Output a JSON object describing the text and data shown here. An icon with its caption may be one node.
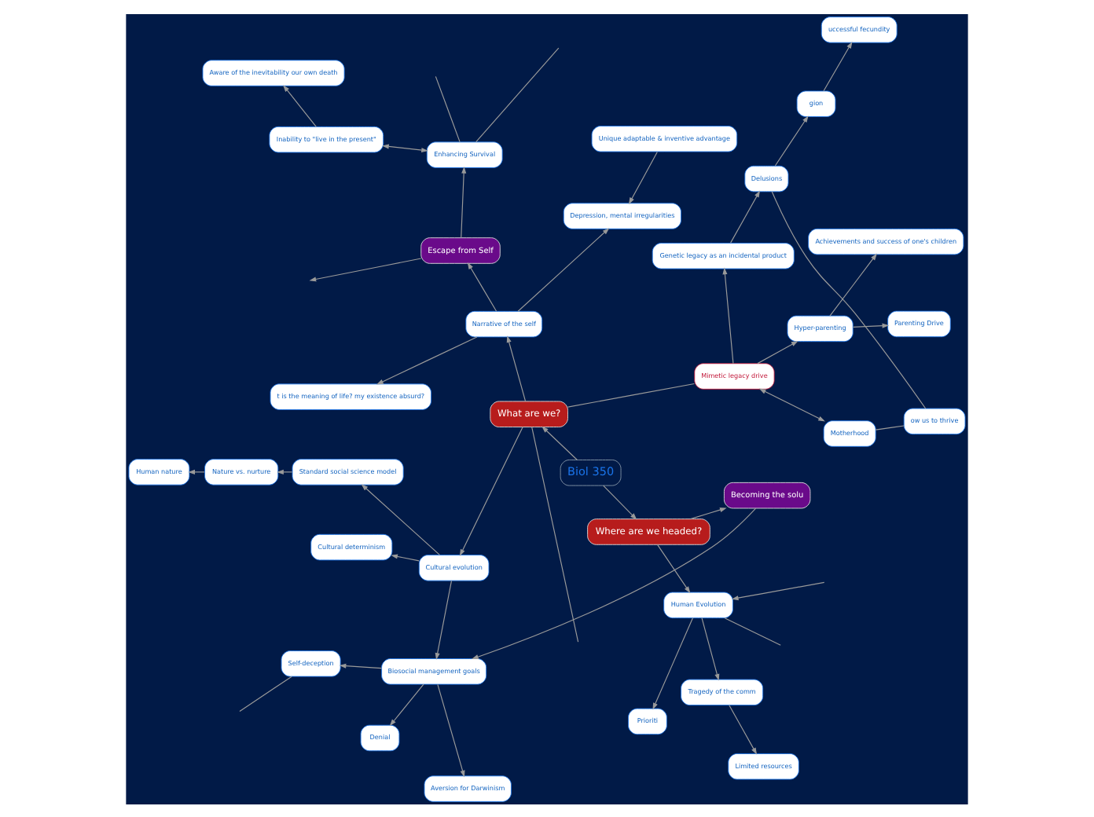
{
  "diagram": {
    "nodes": [
      {
        "text": [
          "Biol 350"
        ]
      },
      {
        "text": [
          "What are we?"
        ]
      },
      {
        "text": [
          "Where are we headed?"
        ]
      },
      {
        "text": [
          "Mimetic legacy drive"
        ]
      },
      {
        "text": [
          "Motherhood"
        ]
      },
      {
        "text": [
          "Hyper-parenting"
        ]
      },
      {
        "text": [
          "Parenting Drive"
        ]
      },
      {
        "text": [
          "Achievements and success of one's children"
        ]
      },
      {
        "text": [
          "Genetic legacy as an incidental product"
        ]
      },
      {
        "text": [
          "Delusions"
        ]
      },
      {
        "text": [
          "ow us to thrive"
        ]
      },
      {
        "text": [
          "gion"
        ]
      },
      {
        "text": [
          "uccessful fecundity"
        ]
      },
      {
        "text": [
          "Narrative of the self"
        ]
      },
      {
        "text": [
          "Depression, mental irregularities"
        ]
      },
      {
        "text": [
          "Unique adaptable & inventive advantage"
        ]
      },
      {
        "text": [
          "Escape from Self"
        ]
      },
      {
        "text": [
          "Inability to \"live in the present\""
        ]
      },
      {
        "text": [
          "Aware of the inevitability our own death"
        ]
      },
      {
        "text": [
          "t is the meaning of life? my existence absurd?"
        ]
      },
      {
        "text": [
          "Enhancing Survival"
        ]
      },
      {
        "text": [
          "Cultural evolution"
        ]
      },
      {
        "text": [
          "Standard social science model"
        ]
      },
      {
        "text": [
          "Cultural determinism"
        ]
      },
      {
        "text": [
          "Nature vs. nurture"
        ]
      },
      {
        "text": [
          "Human nature"
        ]
      },
      {
        "text": [
          "Human Evolution"
        ]
      },
      {
        "text": [
          "Prioriti"
        ]
      },
      {
        "text": [
          "Tragedy of the comm"
        ]
      },
      {
        "text": [
          "Limited resources"
        ]
      },
      {
        "text": [
          "Becoming the solu"
        ]
      },
      {
        "text": [
          "Biosocial management goals"
        ]
      },
      {
        "text": [
          "Self-deception"
        ]
      },
      {
        "text": [
          "Denial"
        ]
      },
      {
        "text": [
          "Aversion for Darwinism"
        ]
      }
    ],
    "edges": [
      {
        "from": 0,
        "to": 1,
        "arrow": "to"
      },
      {
        "from": 0,
        "to": 2,
        "arrow": "to"
      },
      {
        "from": 1,
        "to": 3,
        "arrow": "none"
      },
      {
        "from": 3,
        "to": 4,
        "arrow": "both"
      },
      {
        "from": 3,
        "to": 5,
        "arrow": "to"
      },
      {
        "from": 5,
        "to": 7,
        "arrow": "to"
      },
      {
        "from": 5,
        "to": 6,
        "arrow": "to"
      },
      {
        "from": 3,
        "to": 8,
        "arrow": "to"
      },
      {
        "from": 8,
        "to": 9,
        "arrow": "to"
      },
      {
        "from": 10,
        "to": 4,
        "arrow": "none"
      },
      {
        "from": 10,
        "to": 9,
        "arrow": "none"
      },
      {
        "from": 9,
        "to": 11,
        "arrow": "to"
      },
      {
        "from": 11,
        "to": 12,
        "arrow": "to"
      },
      {
        "from": 1,
        "to": null,
        "arrow": "none"
      },
      {
        "from": 1,
        "to": 13,
        "arrow": "to"
      },
      {
        "from": 1,
        "to": 21,
        "arrow": "to"
      },
      {
        "from": 13,
        "to": 14,
        "arrow": "to"
      },
      {
        "from": 13,
        "to": 16,
        "arrow": "to"
      },
      {
        "from": 13,
        "to": 19,
        "arrow": "to"
      },
      {
        "from": 15,
        "to": 14,
        "arrow": "to"
      },
      {
        "from": 16,
        "to": 20,
        "arrow": "to"
      },
      {
        "from": 16,
        "to": null,
        "arrow": "to"
      },
      {
        "from": 17,
        "to": 20,
        "arrow": "both"
      },
      {
        "from": 17,
        "to": 18,
        "arrow": "to"
      },
      {
        "from": 20,
        "to": null,
        "arrow": "none"
      },
      {
        "from": 20,
        "to": null,
        "arrow": "none"
      },
      {
        "from": 21,
        "to": 22,
        "arrow": "to"
      },
      {
        "from": 21,
        "to": 23,
        "arrow": "to"
      },
      {
        "from": 21,
        "to": 31,
        "arrow": "to"
      },
      {
        "from": 22,
        "to": 24,
        "arrow": "to"
      },
      {
        "from": 24,
        "to": 25,
        "arrow": "to"
      },
      {
        "from": 2,
        "to": 26,
        "arrow": "to"
      },
      {
        "from": 2,
        "to": 30,
        "arrow": "to"
      },
      {
        "from": null,
        "to": 26,
        "arrow": "to"
      },
      {
        "from": 26,
        "to": 27,
        "arrow": "to"
      },
      {
        "from": 26,
        "to": 28,
        "arrow": "to"
      },
      {
        "from": 26,
        "to": null,
        "arrow": "none"
      },
      {
        "from": 28,
        "to": 29,
        "arrow": "to"
      },
      {
        "from": 30,
        "to": 31,
        "arrow": "to"
      },
      {
        "from": 31,
        "to": 32,
        "arrow": "to"
      },
      {
        "from": 31,
        "to": 33,
        "arrow": "to"
      },
      {
        "from": 31,
        "to": 34,
        "arrow": "to"
      },
      {
        "from": 32,
        "to": null,
        "arrow": "none"
      }
    ]
  }
}
